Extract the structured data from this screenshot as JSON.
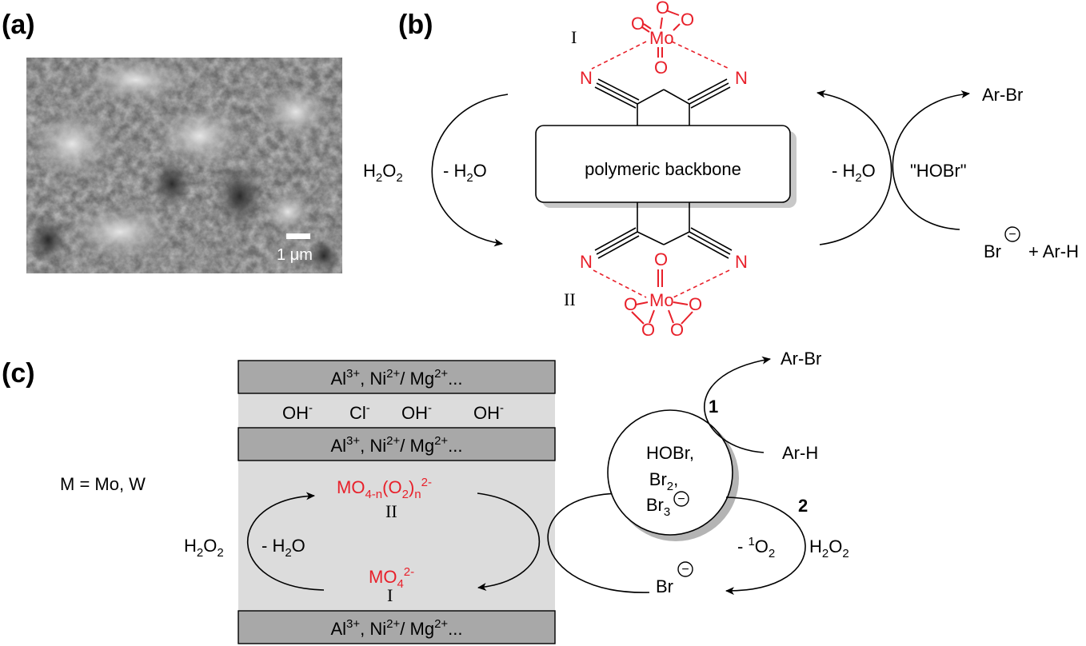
{
  "panel_labels": {
    "a": "(a)",
    "b": "(b)",
    "c": "(c)"
  },
  "panel_a": {
    "scale_bar_label": "1 μm"
  },
  "panel_b": {
    "site_top_label": "I",
    "site_bottom_label": "II",
    "metal": "Mo",
    "oxygen": "O",
    "nitrogen": "N",
    "backbone_label": "polymeric backbone",
    "left_reagent": {
      "main": "H",
      "sub1": "2",
      "mid": "O",
      "sub2": "2"
    },
    "left_loss": {
      "pre": "- H",
      "sub": "2",
      "post": "O"
    },
    "right_loss": {
      "pre": "- H",
      "sub": "2",
      "post": "O"
    },
    "hobr": "\"HOBr\"",
    "product": "Ar-Br",
    "bromide": "Br",
    "plus_arene": "+ Ar-H",
    "minus_symbol": "−"
  },
  "panel_c": {
    "layer_cations": {
      "al": "Al",
      "al_sup": "3+",
      "ni": ", Ni",
      "ni_sup": "2+",
      "mg": "/ Mg",
      "mg_sup": "2+",
      "ellipsis": "..."
    },
    "anions": [
      {
        "base": "OH",
        "sup": "-"
      },
      {
        "base": "Cl",
        "sup": "-"
      },
      {
        "base": "OH",
        "sup": "-"
      },
      {
        "base": "OH",
        "sup": "-"
      }
    ],
    "metal_def": "M = Mo, W",
    "peroxo": {
      "a": "MO",
      "a_sub": "4-n",
      "b": "(O",
      "b_sub": "2",
      "c": ")",
      "c_sub": "n",
      "sup": "2-"
    },
    "peroxo_label": "II",
    "molybdate": {
      "a": "MO",
      "a_sub": "4",
      "sup": "2-"
    },
    "molybdate_label": "I",
    "left_reagent": {
      "main": "H",
      "sub1": "2",
      "mid": "O",
      "sub2": "2"
    },
    "left_loss": {
      "pre": "- H",
      "sub": "2",
      "post": "O"
    },
    "circle_species": [
      {
        "base": "HOBr,",
        "sub": ""
      },
      {
        "base": "Br",
        "sub": "2",
        "post": ","
      },
      {
        "base": "Br",
        "sub": "3"
      }
    ],
    "product": "Ar-Br",
    "arene": "Ar-H",
    "step1": "1",
    "step2": "2",
    "singlet_oxygen": {
      "pre": "- ",
      "sup": "1",
      "base": "O",
      "sub": "2"
    },
    "right_reagent": {
      "main": "H",
      "sub1": "2",
      "mid": "O",
      "sub2": "2"
    },
    "bromide": "Br",
    "minus_symbol": "−"
  },
  "colors": {
    "red": "#e8202a",
    "layer_dark": "#a8a8a8",
    "layer_light": "#dcdcdc",
    "black": "#000000"
  }
}
